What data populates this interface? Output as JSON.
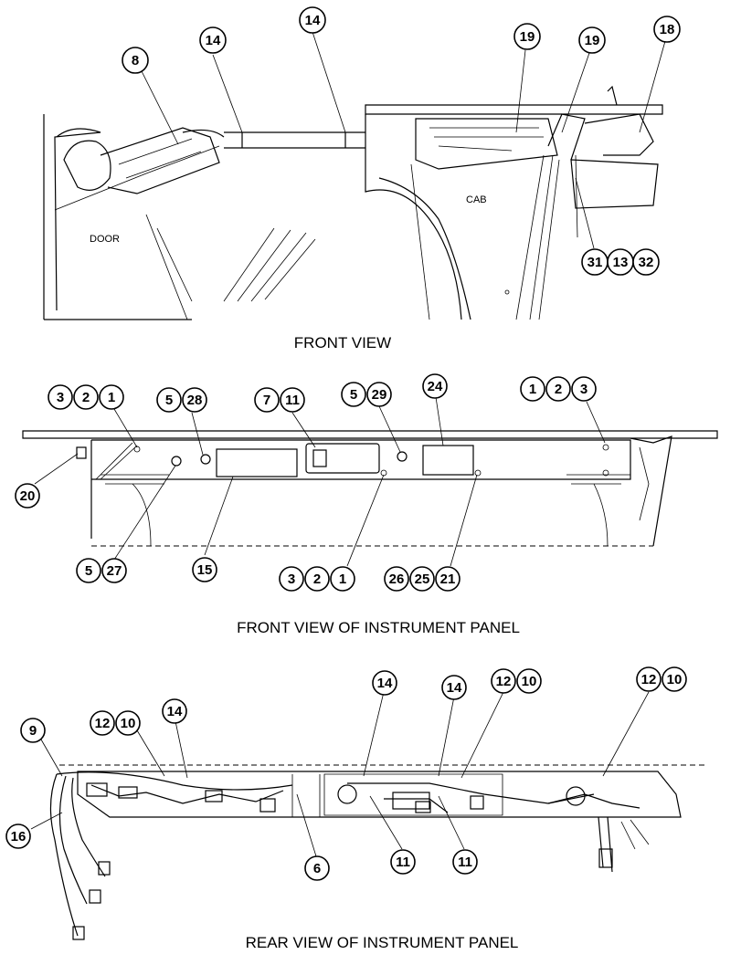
{
  "views": [
    {
      "caption": "FRONT VIEW"
    },
    {
      "caption": "FRONT VIEW OF INSTRUMENT PANEL"
    },
    {
      "caption": "REAR VIEW OF INSTRUMENT PANEL"
    }
  ],
  "area_labels": {
    "door": "DOOR",
    "cab": "CAB"
  },
  "callouts": {
    "front": [
      "8",
      "14",
      "14",
      "19",
      "19",
      "18",
      "31",
      "13",
      "32"
    ],
    "panel": [
      "3",
      "2",
      "1",
      "5",
      "28",
      "7",
      "11",
      "5",
      "29",
      "24",
      "1",
      "2",
      "3",
      "20",
      "5",
      "27",
      "15",
      "3",
      "2",
      "1",
      "26",
      "25",
      "21"
    ],
    "rear": [
      "9",
      "12",
      "10",
      "14",
      "14",
      "14",
      "12",
      "10",
      "12",
      "10",
      "16",
      "6",
      "11",
      "11"
    ]
  }
}
